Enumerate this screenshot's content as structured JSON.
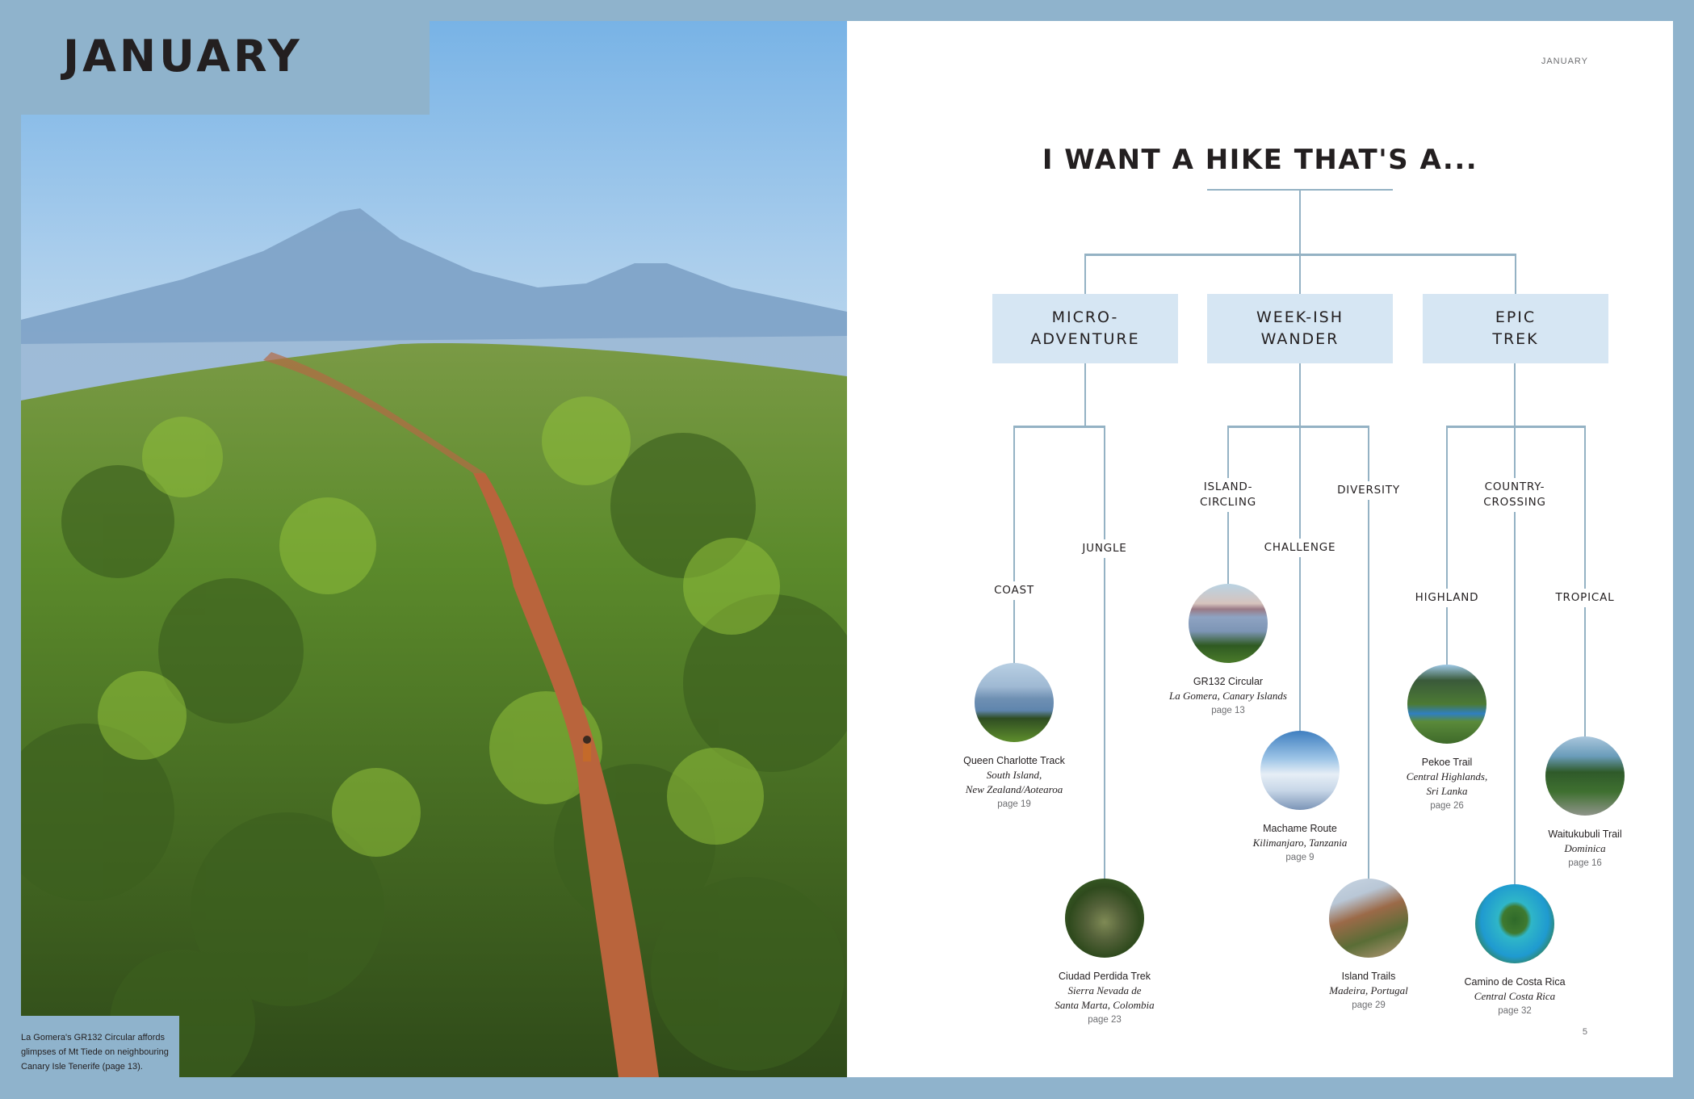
{
  "left_page": {
    "month_title": "JANUARY",
    "photo": "La Gomera trail with Mt Teide in background",
    "caption": "La Gomera's GR132 Circular affords glimpses of Mt Tiede on neighbouring Canary Isle Tenerife (page 13)."
  },
  "right_page": {
    "running_head": "JANUARY",
    "folio": "5",
    "headline": "I WANT A HIKE THAT'S A...",
    "colors": {
      "connector": "#94b2c4",
      "box_fill": "#d6e6f3",
      "frame": "#8fb3cc"
    },
    "categories": [
      {
        "line1": "MICRO-",
        "line2": "ADVENTURE"
      },
      {
        "line1": "WEEK-ISH",
        "line2": "WANDER"
      },
      {
        "line1": "EPIC",
        "line2": "TREK"
      }
    ],
    "subcategories": {
      "coast": "COAST",
      "jungle": "JUNGLE",
      "island_circling": {
        "line1": "ISLAND-",
        "line2": "CIRCLING"
      },
      "challenge": "CHALLENGE",
      "diversity": "DIVERSITY",
      "country_crossing": {
        "line1": "COUNTRY-",
        "line2": "CROSSING"
      },
      "highland": "HIGHLAND",
      "tropical": "TROPICAL"
    },
    "trails": {
      "queen_charlotte": {
        "name": "Queen Charlotte Track",
        "loc1": "South Island,",
        "loc2": "New Zealand/Aotearoa",
        "page": "page 19"
      },
      "ciudad_perdida": {
        "name": "Ciudad Perdida Trek",
        "loc1": "Sierra Nevada de",
        "loc2": "Santa Marta, Colombia",
        "page": "page 23"
      },
      "gr132": {
        "name": "GR132 Circular",
        "loc1": "La Gomera, Canary Islands",
        "page": "page 13"
      },
      "machame": {
        "name": "Machame Route",
        "loc1": "Kilimanjaro, Tanzania",
        "page": "page 9"
      },
      "island_trails": {
        "name": "Island Trails",
        "loc1": "Madeira, Portugal",
        "page": "page 29"
      },
      "pekoe": {
        "name": "Pekoe Trail",
        "loc1": "Central Highlands,",
        "loc2": "Sri Lanka",
        "page": "page 26"
      },
      "camino_costa_rica": {
        "name": "Camino de Costa Rica",
        "loc1": "Central Costa Rica",
        "page": "page 32"
      },
      "waitukubuli": {
        "name": "Waitukubuli Trail",
        "loc1": "Dominica",
        "page": "page 16"
      }
    }
  }
}
